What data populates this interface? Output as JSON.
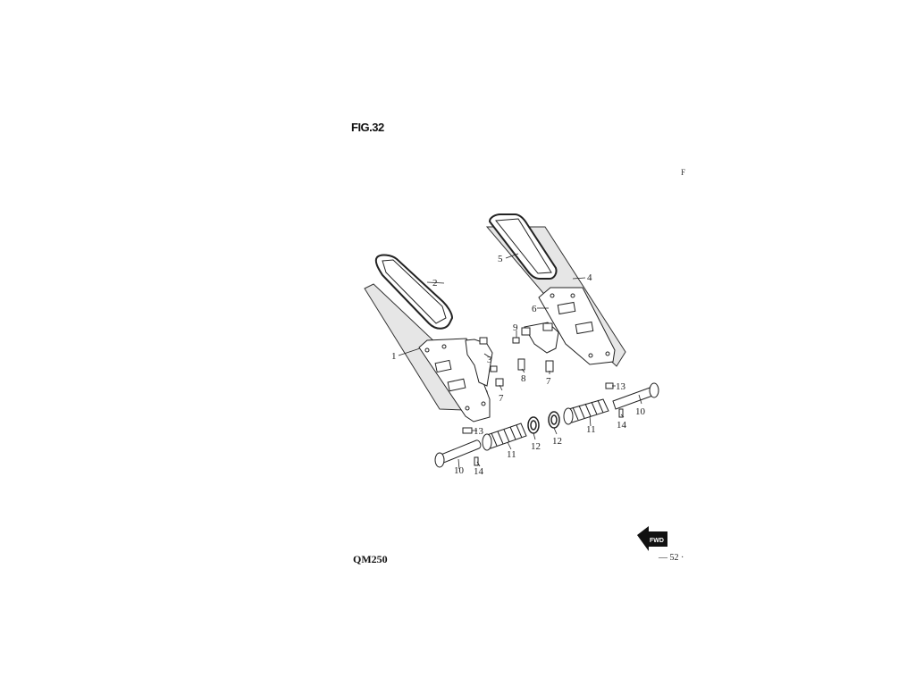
{
  "figure": {
    "title": "FIG.32"
  },
  "footer": {
    "model": "QM250",
    "page": "— 52 ·"
  },
  "edge_glyph": "F",
  "callouts": [
    "1",
    "2",
    "3",
    "4",
    "5",
    "6",
    "7",
    "7",
    "8",
    "9",
    "10",
    "10",
    "11",
    "11",
    "12",
    "12",
    "13",
    "13",
    "14",
    "14"
  ],
  "fwd_label": "FWD",
  "colors": {
    "line": "#222222",
    "panel": "#e6e6e6",
    "part": "#ffffff"
  }
}
